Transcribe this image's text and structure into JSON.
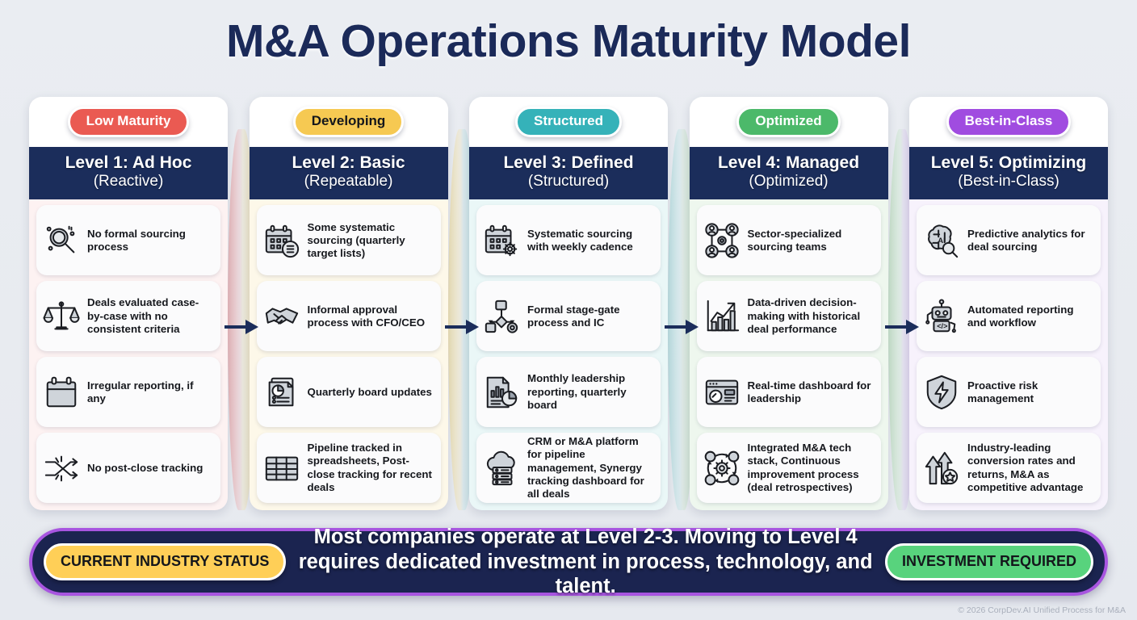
{
  "title": "M&A Operations Maturity Model",
  "columns": [
    {
      "pill_label": "Low Maturity",
      "pill_bg": "#ea5a52",
      "pill_color": "#ffffff",
      "level_line1": "Level 1: Ad Hoc",
      "level_line2": "(Reactive)",
      "body_bg": "#fdf2f2",
      "band_color": "#e9aeb0",
      "items": [
        {
          "icon": "magnifier-icon",
          "text": "No formal sourcing process"
        },
        {
          "icon": "scales-icon",
          "text": "Deals evaluated case-by-case with no consistent criteria"
        },
        {
          "icon": "calendar-icon",
          "text": "Irregular reporting, if any"
        },
        {
          "icon": "diverging-arrows-icon",
          "text": "No post-close tracking"
        }
      ]
    },
    {
      "pill_label": "Developing",
      "pill_bg": "#f6c councils",
      "pill_color": "#14161b",
      "level_line1": "Level 2: Basic",
      "level_line2": "(Repeatable)",
      "body_bg": "#fdf8e9",
      "band_color": "#efe0ad",
      "items": [
        {
          "icon": "calendar-list-icon",
          "text": "Some systematic sourcing (quarterly target lists)"
        },
        {
          "icon": "handshake-icon",
          "text": "Informal approval process with CFO/CEO"
        },
        {
          "icon": "report-pie-icon",
          "text": "Quarterly board updates"
        },
        {
          "icon": "spreadsheet-icon",
          "text": "Pipeline tracked in spreadsheets, Post-close tracking for recent deals"
        }
      ]
    },
    {
      "pill_label": "Structured",
      "pill_bg": "#35b2b9",
      "pill_color": "#ffffff",
      "level_line1": "Level 3: Defined",
      "level_line2": "(Structured)",
      "body_bg": "#eaf7f7",
      "band_color": "#b6dfe0",
      "items": [
        {
          "icon": "calendar-gear-icon",
          "text": "Systematic sourcing with weekly cadence"
        },
        {
          "icon": "flowchart-icon",
          "text": "Formal stage-gate process and IC"
        },
        {
          "icon": "report-chart-icon",
          "text": "Monthly leadership reporting, quarterly board"
        },
        {
          "icon": "cloud-server-icon",
          "text": "CRM or M&A platform for pipeline management, Synergy tracking dashboard for all deals"
        }
      ]
    },
    {
      "pill_label": "Optimized",
      "pill_bg": "#4cb96a",
      "pill_color": "#ffffff",
      "level_line1": "Level 4: Managed",
      "level_line2": "(Optimized)",
      "body_bg": "#eef7ee",
      "band_color": "#c3e2c5",
      "items": [
        {
          "icon": "team-network-icon",
          "text": "Sector-specialized sourcing teams"
        },
        {
          "icon": "growth-chart-icon",
          "text": "Data-driven decision-making with historical deal performance"
        },
        {
          "icon": "dashboard-icon",
          "text": "Real-time dashboard for leadership"
        },
        {
          "icon": "process-loop-icon",
          "text": "Integrated M&A tech stack, Continuous improvement process (deal retrospectives)"
        }
      ]
    },
    {
      "pill_label": "Best-in-Class",
      "pill_bg": "#a04ce0",
      "pill_color": "#ffffff",
      "level_line1": "Level 5: Optimizing",
      "level_line2": "(Best-in-Class)",
      "body_bg": "#f7f2fc",
      "band_color": "#d9c7ee",
      "items": [
        {
          "icon": "ai-brain-icon",
          "text": "Predictive analytics for deal sourcing"
        },
        {
          "icon": "robot-icon",
          "text": "Automated reporting and workflow"
        },
        {
          "icon": "shield-bolt-icon",
          "text": "Proactive risk management"
        },
        {
          "icon": "arrows-up-star-icon",
          "text": "Industry-leading conversion rates and returns, M&A as competitive advantage"
        }
      ]
    }
  ],
  "banner": {
    "left_badge": "CURRENT INDUSTRY STATUS",
    "message": "Most companies operate at Level 2-3. Moving to Level 4 requires dedicated investment in process, technology, and talent.",
    "right_badge": "INVESTMENT REQUIRED"
  },
  "footer": "© 2026 CorpDev.AI Unified Process for M&A",
  "colors": {
    "title": "#1b2a59",
    "level_band": "#1b2d5b",
    "banner_bg": "#1b2450",
    "banner_border": "#a855e0",
    "arrow": "#1b2d5b"
  }
}
